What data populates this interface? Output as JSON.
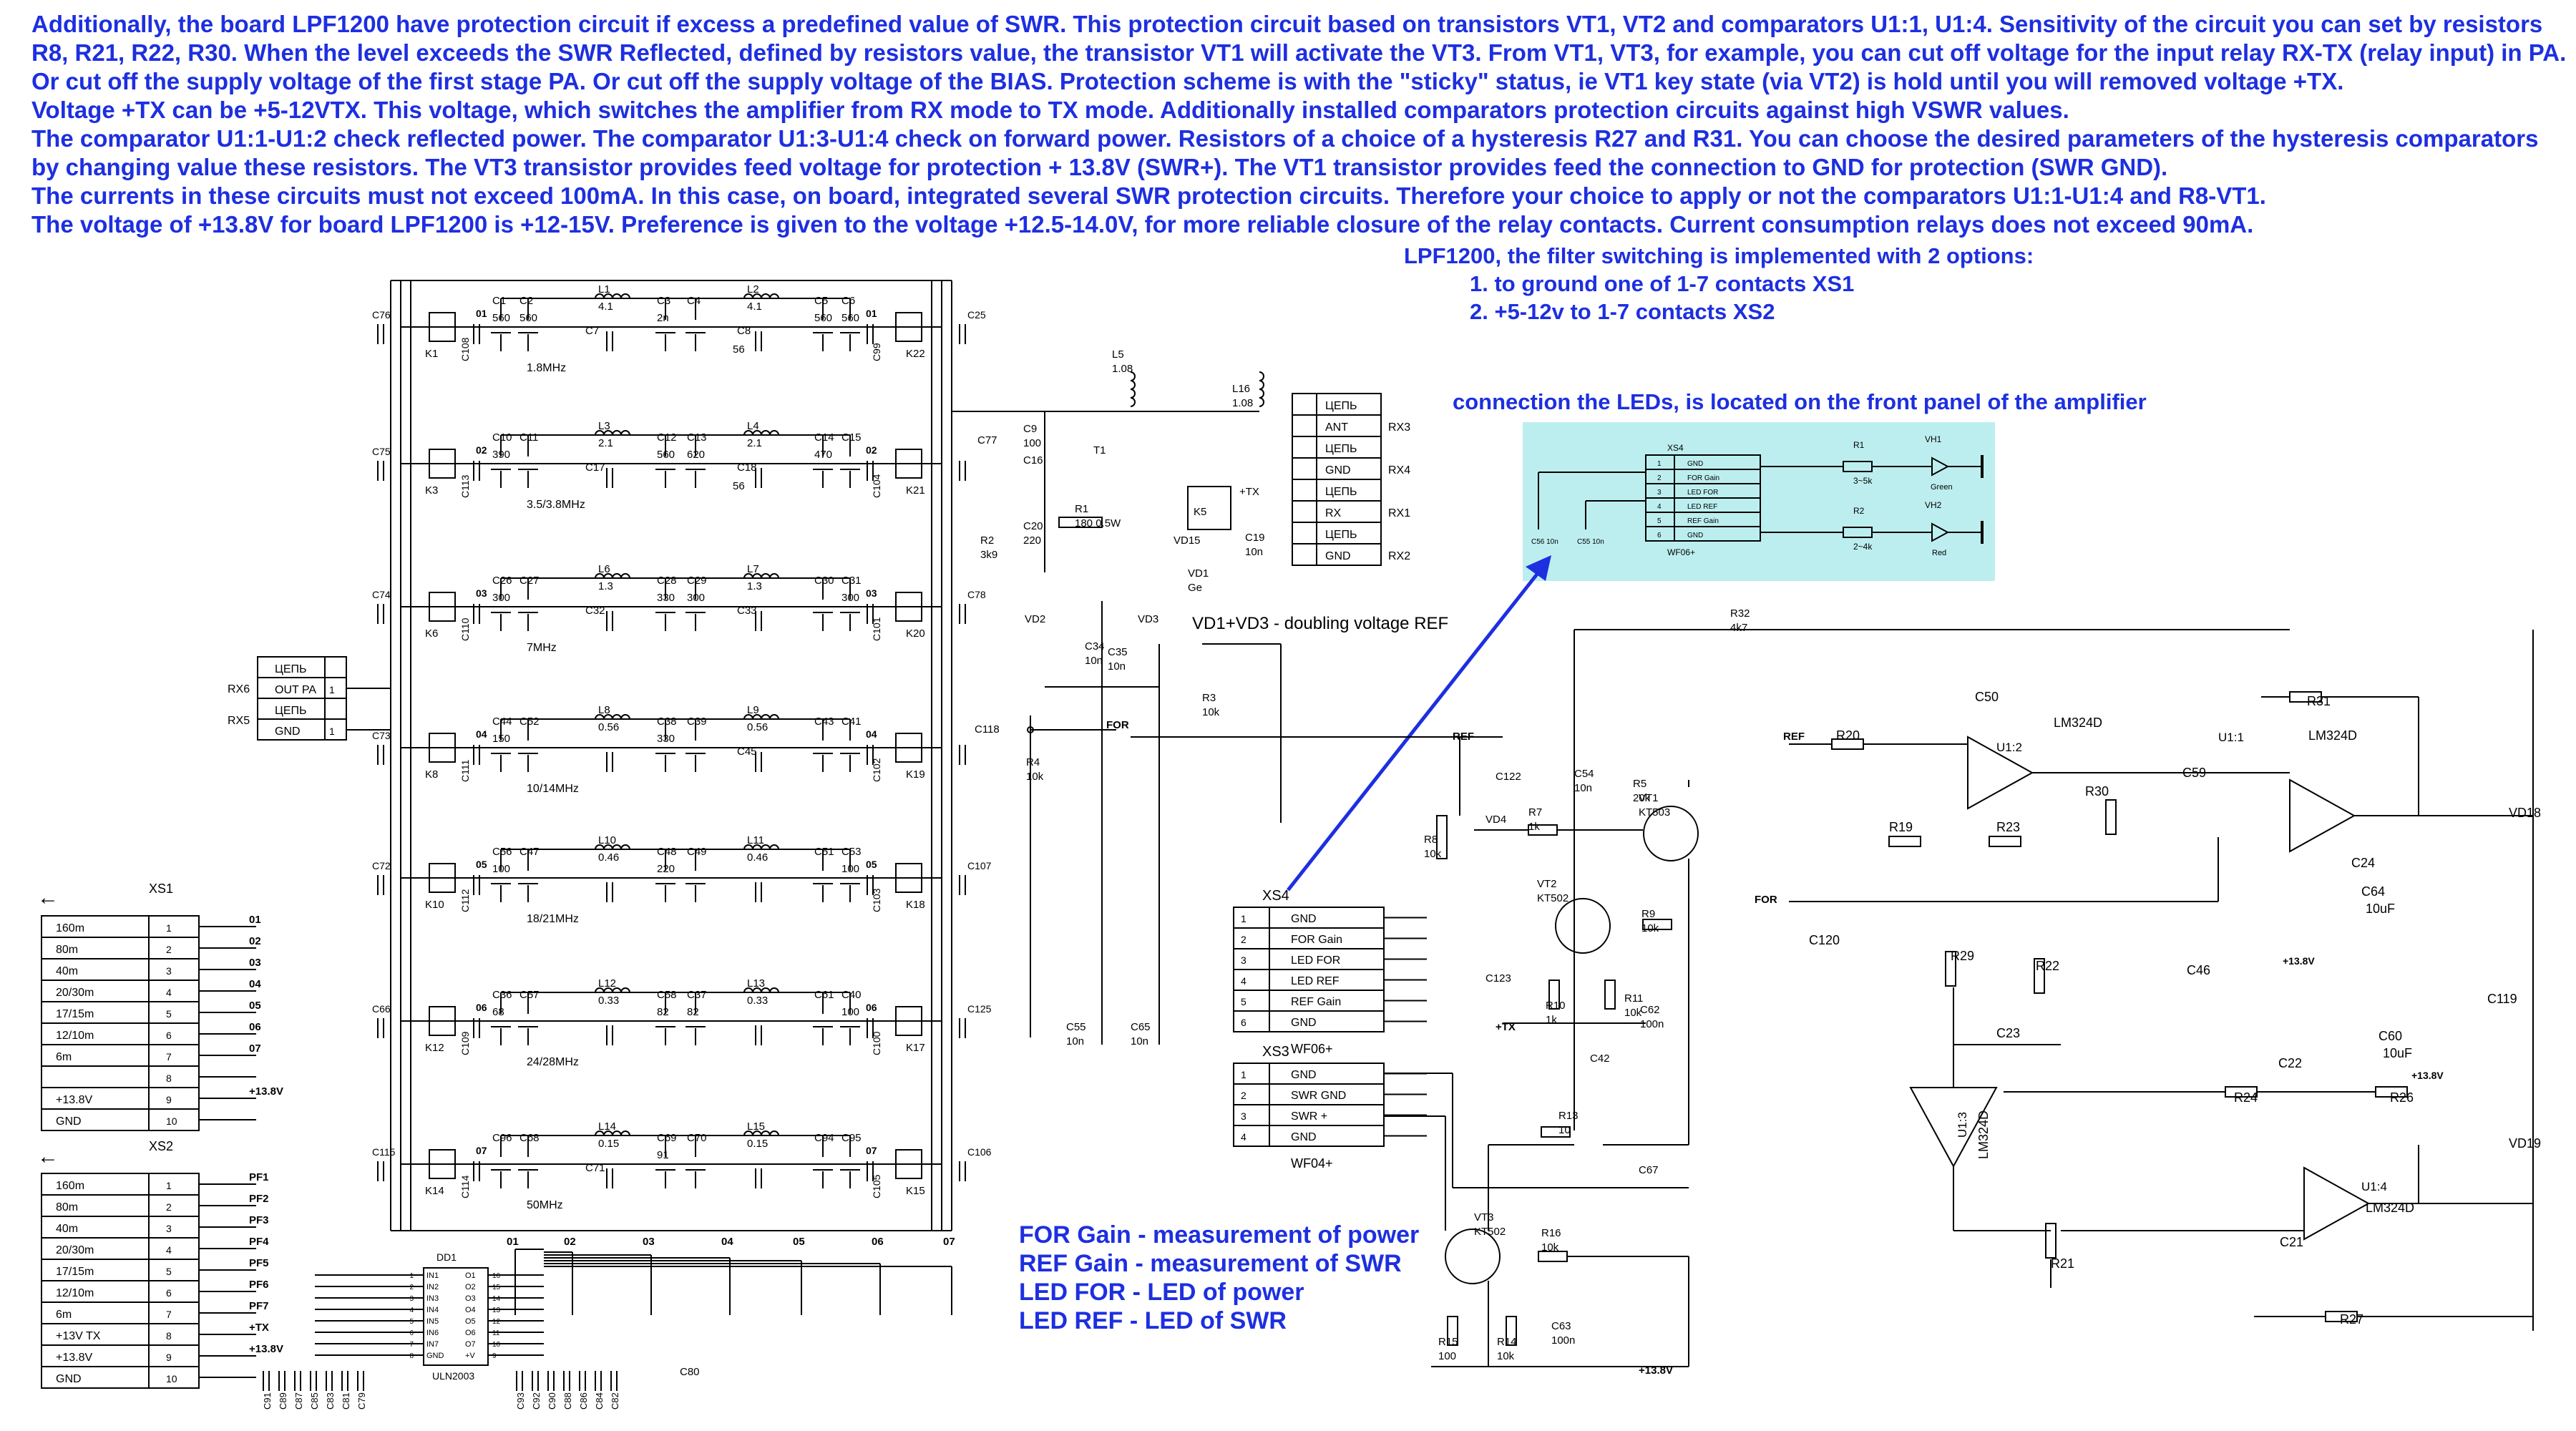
{
  "notes": [
    "Additionally, the board LPF1200 have protection circuit if excess a predefined value of SWR. This protection circuit based on transistors VT1, VT2 and comparators U1:1, U1:4. Sensitivity of the circuit you can set by resistors",
    "R8, R21, R22, R30. When the level exceeds the SWR Reflected, defined by resistors value, the transistor VT1 will activate the VT3. From VT1, VT3, for example, you can cut off voltage for the input relay RX-TX (relay input) in PA.",
    "Or cut off the supply voltage of the first stage PA. Or cut off the supply voltage of the BIAS. Protection scheme is with the \"sticky\" status, ie VT1 key state (via VT2) is hold until you will removed voltage +TX.",
    "Voltage +TX can be +5-12VTX. This voltage, which switches the amplifier from RX mode to TX mode. Additionally installed comparators protection circuits against high VSWR values.",
    "The comparator U1:1-U1:2 check reflected power. The comparator U1:3-U1:4 check on forward power. Resistors of a choice of a hysteresis R27 and R31. You can choose the desired parameters of the hysteresis comparators",
    "by changing value these resistors. The VT3 transistor provides feed voltage for protection + 13.8V (SWR+). The VT1 transistor provides feed the connection to GND for protection (SWR GND).",
    "The currents in these circuits must not exceed 100mA. In this case, on board, integrated several SWR protection circuits. Therefore your choice to apply or not the comparators U1:1-U1:4 and R8-VT1.",
    "The voltage of +13.8V for board LPF1200 is +12-15V. Preference is given to the voltage +12.5-14.0V, for more reliable closure of the relay contacts. Current consumption relays does not exceed 90mA."
  ],
  "switching_note": {
    "title": "LPF1200, the filter switching is implemented with 2 options:",
    "options": [
      "1. to ground one of 1-7 contacts XS1",
      "2. +5-12v to 1-7 contacts XS2"
    ]
  },
  "led_note": "connection the LEDs, is located on the front panel of the amplifier",
  "legend": [
    "FOR Gain - measurement of power",
    "REF Gain - measurement of SWR",
    "LED FOR - LED of power",
    "LED REF - LED of SWR"
  ],
  "doubling_note": "VD1+VD3 - doubling voltage REF",
  "filter_bands": [
    {
      "caps": [
        "C1",
        "C2",
        "C3",
        "C4",
        "C5",
        "C6"
      ],
      "cap_vals": [
        "560",
        "560",
        "2n",
        "",
        "560",
        "560"
      ],
      "coils": [
        "L1",
        "L2"
      ],
      "coil_vals": [
        "4.1",
        "4.1"
      ],
      "mid_caps": [
        "C7",
        "C8"
      ],
      "mid_vals": [
        "",
        "56"
      ],
      "relays": [
        "K1",
        "K22"
      ],
      "side_caps": [
        "C108",
        "C99"
      ],
      "outer_caps": [
        "C76",
        "C25"
      ],
      "band": "1.8MHz",
      "num": "01"
    },
    {
      "caps": [
        "C10",
        "C11",
        "C12",
        "C13",
        "C14",
        "C15"
      ],
      "cap_vals": [
        "390",
        "",
        "560",
        "620",
        "470",
        ""
      ],
      "coils": [
        "L3",
        "L4"
      ],
      "coil_vals": [
        "2.1",
        "2.1"
      ],
      "mid_caps": [
        "C17",
        "C18"
      ],
      "mid_vals": [
        "",
        "56"
      ],
      "relays": [
        "K3",
        "K21"
      ],
      "side_caps": [
        "C113",
        "C104"
      ],
      "outer_caps": [
        "C75",
        ""
      ],
      "band": "3.5/3.8MHz",
      "num": "02"
    },
    {
      "caps": [
        "C26",
        "C27",
        "C28",
        "C29",
        "C30",
        "C31"
      ],
      "cap_vals": [
        "300",
        "",
        "330",
        "300",
        "",
        "300"
      ],
      "coils": [
        "L6",
        "L7"
      ],
      "coil_vals": [
        "1.3",
        "1.3"
      ],
      "mid_caps": [
        "C32",
        "C33"
      ],
      "mid_vals": [
        "",
        ""
      ],
      "relays": [
        "K6",
        "K20"
      ],
      "side_caps": [
        "C110",
        "C101"
      ],
      "outer_caps": [
        "C74",
        "C78"
      ],
      "band": "7MHz",
      "num": "03"
    },
    {
      "caps": [
        "C44",
        "C52",
        "C38",
        "C39",
        "C43",
        "C41"
      ],
      "cap_vals": [
        "150",
        "",
        "330",
        "",
        "",
        ""
      ],
      "coils": [
        "L8",
        "L9"
      ],
      "coil_vals": [
        "0.56",
        "0.56"
      ],
      "mid_caps": [
        "",
        "C45"
      ],
      "mid_vals": [
        "",
        ""
      ],
      "relays": [
        "K8",
        "K19"
      ],
      "side_caps": [
        "C111",
        "C102"
      ],
      "outer_caps": [
        "C73",
        ""
      ],
      "band": "10/14MHz",
      "num": "04"
    },
    {
      "caps": [
        "C56",
        "C47",
        "C48",
        "C49",
        "C51",
        "C53"
      ],
      "cap_vals": [
        "100",
        "",
        "220",
        "",
        "",
        "100"
      ],
      "coils": [
        "L10",
        "L11"
      ],
      "coil_vals": [
        "0.46",
        "0.46"
      ],
      "mid_caps": [
        "",
        ""
      ],
      "mid_vals": [
        "",
        ""
      ],
      "relays": [
        "K10",
        "K18"
      ],
      "side_caps": [
        "C112",
        "C103"
      ],
      "outer_caps": [
        "C72",
        "C107"
      ],
      "band": "18/21MHz",
      "num": "05"
    },
    {
      "caps": [
        "C36",
        "C57",
        "C58",
        "C37",
        "C61",
        "C40"
      ],
      "cap_vals": [
        "68",
        "",
        "82",
        "82",
        "",
        "100"
      ],
      "coils": [
        "L12",
        "L13"
      ],
      "coil_vals": [
        "0.33",
        "0.33"
      ],
      "mid_caps": [
        "",
        ""
      ],
      "mid_vals": [
        "",
        ""
      ],
      "relays": [
        "K12",
        "K17"
      ],
      "side_caps": [
        "C109",
        "C100"
      ],
      "outer_caps": [
        "C66",
        "C125"
      ],
      "band": "24/28MHz",
      "num": "06"
    },
    {
      "caps": [
        "C96",
        "C68",
        "C69",
        "C70",
        "C94",
        "C95"
      ],
      "cap_vals": [
        "",
        "",
        "91",
        "",
        "",
        ""
      ],
      "coils": [
        "L14",
        "L15"
      ],
      "coil_vals": [
        "0.15",
        "0.15"
      ],
      "mid_caps": [
        "C71",
        ""
      ],
      "mid_vals": [
        "",
        ""
      ],
      "relays": [
        "K14",
        "K15"
      ],
      "side_caps": [
        "C114",
        "C105"
      ],
      "outer_caps": [
        "C115",
        "C106"
      ],
      "band": "50MHz",
      "num": "07"
    }
  ],
  "xs1": {
    "title": "XS1",
    "rows": [
      {
        "label": "160m",
        "pin": "1",
        "net": "01"
      },
      {
        "label": "80m",
        "pin": "2",
        "net": "02"
      },
      {
        "label": "40m",
        "pin": "3",
        "net": "03"
      },
      {
        "label": "20/30m",
        "pin": "4",
        "net": "04"
      },
      {
        "label": "17/15m",
        "pin": "5",
        "net": "05"
      },
      {
        "label": "12/10m",
        "pin": "6",
        "net": "06"
      },
      {
        "label": "6m",
        "pin": "7",
        "net": "07"
      },
      {
        "label": "",
        "pin": "8",
        "net": ""
      },
      {
        "label": "+13.8V",
        "pin": "9",
        "net": "+13.8V"
      },
      {
        "label": "GND",
        "pin": "10",
        "net": ""
      }
    ]
  },
  "xs2": {
    "title": "XS2",
    "rows": [
      {
        "label": "160m",
        "pin": "1",
        "net": "PF1"
      },
      {
        "label": "80m",
        "pin": "2",
        "net": "PF2"
      },
      {
        "label": "40m",
        "pin": "3",
        "net": "PF3"
      },
      {
        "label": "20/30m",
        "pin": "4",
        "net": "PF4"
      },
      {
        "label": "17/15m",
        "pin": "5",
        "net": "PF5"
      },
      {
        "label": "12/10m",
        "pin": "6",
        "net": "PF6"
      },
      {
        "label": "6m",
        "pin": "7",
        "net": "PF7"
      },
      {
        "label": "+13V TX",
        "pin": "8",
        "net": "+TX"
      },
      {
        "label": "+13.8V",
        "pin": "9",
        "net": "+13.8V"
      },
      {
        "label": "GND",
        "pin": "10",
        "net": ""
      }
    ]
  },
  "rx_left": {
    "rows": [
      {
        "name": "ЦЕПЬ",
        "pin": ""
      },
      {
        "name": "OUT PA",
        "pin": "1"
      },
      {
        "name": "ЦЕПЬ",
        "pin": ""
      },
      {
        "name": "GND",
        "pin": "1"
      }
    ],
    "labels": [
      "RX6",
      "RX5"
    ]
  },
  "rx_right": {
    "rows": [
      {
        "name": "ЦЕПЬ",
        "tag": ""
      },
      {
        "name": "ANT",
        "tag": "RX3"
      },
      {
        "name": "ЦЕПЬ",
        "tag": ""
      },
      {
        "name": "GND",
        "tag": "RX4"
      },
      {
        "name": "ЦЕПЬ",
        "tag": ""
      },
      {
        "name": "RX",
        "tag": "RX1"
      },
      {
        "name": "ЦЕПЬ",
        "tag": ""
      },
      {
        "name": "GND",
        "tag": "RX2"
      }
    ]
  },
  "xs4": {
    "title": "XS4",
    "footer": "WF06+",
    "rows": [
      {
        "pin": "1",
        "name": "GND"
      },
      {
        "pin": "2",
        "name": "FOR Gain"
      },
      {
        "pin": "3",
        "name": "LED FOR"
      },
      {
        "pin": "4",
        "name": "LED REF"
      },
      {
        "pin": "5",
        "name": "REF Gain"
      },
      {
        "pin": "6",
        "name": "GND"
      }
    ]
  },
  "xs3": {
    "title": "XS3",
    "footer": "WF04+",
    "rows": [
      {
        "pin": "1",
        "name": "GND"
      },
      {
        "pin": "2",
        "name": "SWR GND"
      },
      {
        "pin": "3",
        "name": "SWR +"
      },
      {
        "pin": "4",
        "name": "GND"
      }
    ]
  },
  "led_inset": {
    "connector": "XS4",
    "footer": "WF06+",
    "rows": [
      "GND",
      "FOR Gain",
      "LED FOR",
      "LED REF",
      "REF Gain",
      "GND"
    ],
    "r1": "R1",
    "r1_val": "3~5k",
    "vh1": "VH1",
    "vh1_color": "Green",
    "r2": "R2",
    "r2_val": "2~4k",
    "vh2": "VH2",
    "vh2_color": "Red",
    "caps": [
      "C56 10n",
      "C55 10n"
    ]
  },
  "ic_uln": {
    "ref": "DD1",
    "part": "ULN2003",
    "inputs": [
      "IN1",
      "IN2",
      "IN3",
      "IN4",
      "IN5",
      "IN6",
      "IN7",
      "GND"
    ],
    "outputs": [
      "O1",
      "O2",
      "O3",
      "O4",
      "O5",
      "O6",
      "O7",
      "+V"
    ],
    "pins_in": [
      "1",
      "2",
      "3",
      "4",
      "5",
      "6",
      "7",
      "8"
    ],
    "pins_out": [
      "16",
      "15",
      "14",
      "13",
      "12",
      "11",
      "10",
      "9"
    ]
  },
  "bottom_caps_left": [
    "C91",
    "C89",
    "C87",
    "C85",
    "C83",
    "C81",
    "C79"
  ],
  "bottom_caps_right": [
    "C93",
    "C92",
    "C90",
    "C88",
    "C86",
    "C84",
    "C82"
  ],
  "cap_c80": "C80",
  "coupler": {
    "parts": [
      {
        "ref": "C9",
        "val": "100"
      },
      {
        "ref": "C16",
        "val": ""
      },
      {
        "ref": "C20",
        "val": "220"
      },
      {
        "ref": "R1",
        "val": "180 0.5W"
      },
      {
        "ref": "T1",
        "val": ""
      },
      {
        "ref": "L5",
        "val": "1.08"
      },
      {
        "ref": "L16",
        "val": "1.08"
      },
      {
        "ref": "C77",
        "val": ""
      },
      {
        "ref": "R2",
        "val": "3k9"
      },
      {
        "ref": "K5",
        "val": ""
      },
      {
        "ref": "C19",
        "val": "10n"
      },
      {
        "ref": "VD15",
        "val": ""
      },
      {
        "ref": "VD1",
        "val": "Ge"
      },
      {
        "ref": "VD2",
        "val": ""
      },
      {
        "ref": "VD3",
        "val": ""
      },
      {
        "ref": "C34",
        "val": "10n"
      },
      {
        "ref": "C35",
        "val": "10n"
      },
      {
        "ref": "R3",
        "val": "10k"
      },
      {
        "ref": "R4",
        "val": "10k"
      },
      {
        "ref": "C118",
        "val": ""
      },
      {
        "ref": "C55",
        "val": "10n"
      },
      {
        "ref": "C65",
        "val": "10n"
      }
    ],
    "tx_label": "+TX",
    "net_for": "FOR",
    "net_ref": "REF"
  },
  "protection": {
    "parts": [
      {
        "ref": "R8",
        "val": "10k"
      },
      {
        "ref": "VD4",
        "val": ""
      },
      {
        "ref": "R7",
        "val": "1k"
      },
      {
        "ref": "C122",
        "val": ""
      },
      {
        "ref": "C123",
        "val": ""
      },
      {
        "ref": "C54",
        "val": "10n"
      },
      {
        "ref": "R5",
        "val": "20k"
      },
      {
        "ref": "VT1",
        "val": "KT503"
      },
      {
        "ref": "VT2",
        "val": "KT502"
      },
      {
        "ref": "R9",
        "val": "10k"
      },
      {
        "ref": "R10",
        "val": "1k"
      },
      {
        "ref": "R11",
        "val": "10k"
      },
      {
        "ref": "C62",
        "val": "100n"
      },
      {
        "ref": "C42",
        "val": ""
      },
      {
        "ref": "R13",
        "val": "10"
      },
      {
        "ref": "C67",
        "val": ""
      },
      {
        "ref": "VT3",
        "val": "KT502"
      },
      {
        "ref": "R16",
        "val": "10k"
      },
      {
        "ref": "R15",
        "val": "100"
      },
      {
        "ref": "R14",
        "val": "10k"
      },
      {
        "ref": "C63",
        "val": "100n"
      },
      {
        "ref": "R32",
        "val": "4k7"
      }
    ],
    "supply": "+13.8V",
    "tx": "+TX"
  },
  "comparators": {
    "parts": [
      {
        "ref": "R20"
      },
      {
        "ref": "C50"
      },
      {
        "ref": "R19"
      },
      {
        "ref": "R23"
      },
      {
        "ref": "R30"
      },
      {
        "ref": "C59"
      },
      {
        "ref": "R31"
      },
      {
        "ref": "C24"
      },
      {
        "ref": "C64",
        "val": "10uF"
      },
      {
        "ref": "VD18"
      },
      {
        "ref": "C119"
      },
      {
        "ref": "C120"
      },
      {
        "ref": "R29"
      },
      {
        "ref": "R22"
      },
      {
        "ref": "C46"
      },
      {
        "ref": "C23"
      },
      {
        "ref": "C22"
      },
      {
        "ref": "C60",
        "val": "10uF"
      },
      {
        "ref": "R24"
      },
      {
        "ref": "R26"
      },
      {
        "ref": "VD19"
      },
      {
        "ref": "R21"
      },
      {
        "ref": "C21"
      },
      {
        "ref": "R27"
      }
    ],
    "u12": {
      "ref": "U1:2",
      "part": "LM324D"
    },
    "u11": {
      "ref": "U1:1",
      "part": "LM324D"
    },
    "u13": {
      "ref": "U1:3",
      "part": "LM324D"
    },
    "u14": {
      "ref": "U1:4",
      "part": "LM324D"
    },
    "supply": "+13.8V",
    "net_ref": "REF",
    "net_for": "FOR"
  }
}
